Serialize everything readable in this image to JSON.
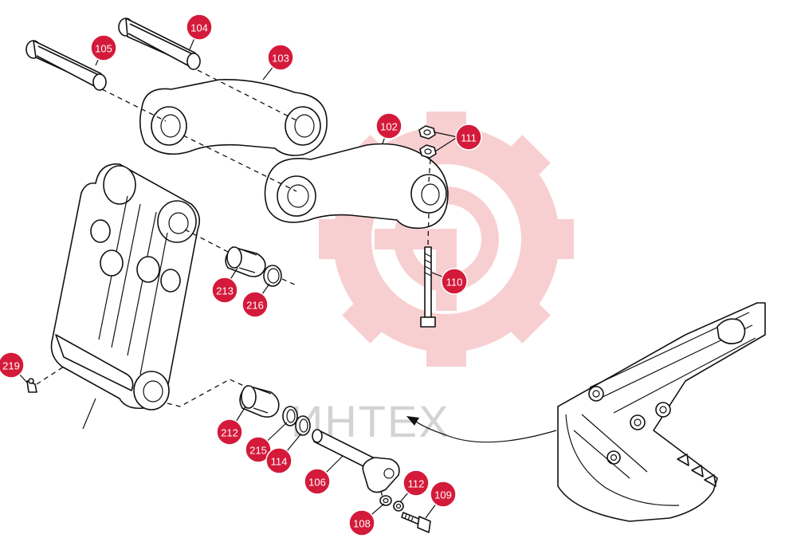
{
  "watermark": {
    "text": "ИНТЕХ",
    "gear_color": "#f4a8ad"
  },
  "colors": {
    "badge": "#d41a3a",
    "line": "#111111"
  },
  "callouts": [
    {
      "id": "105",
      "label": "105"
    },
    {
      "id": "104",
      "label": "104"
    },
    {
      "id": "103",
      "label": "103"
    },
    {
      "id": "102",
      "label": "102"
    },
    {
      "id": "111",
      "label": "111"
    },
    {
      "id": "110",
      "label": "110"
    },
    {
      "id": "213",
      "label": "213"
    },
    {
      "id": "216",
      "label": "216"
    },
    {
      "id": "219",
      "label": "219"
    },
    {
      "id": "212",
      "label": "212"
    },
    {
      "id": "215",
      "label": "215"
    },
    {
      "id": "114",
      "label": "114"
    },
    {
      "id": "106",
      "label": "106"
    },
    {
      "id": "112",
      "label": "112"
    },
    {
      "id": "109",
      "label": "109"
    },
    {
      "id": "108",
      "label": "108"
    }
  ]
}
